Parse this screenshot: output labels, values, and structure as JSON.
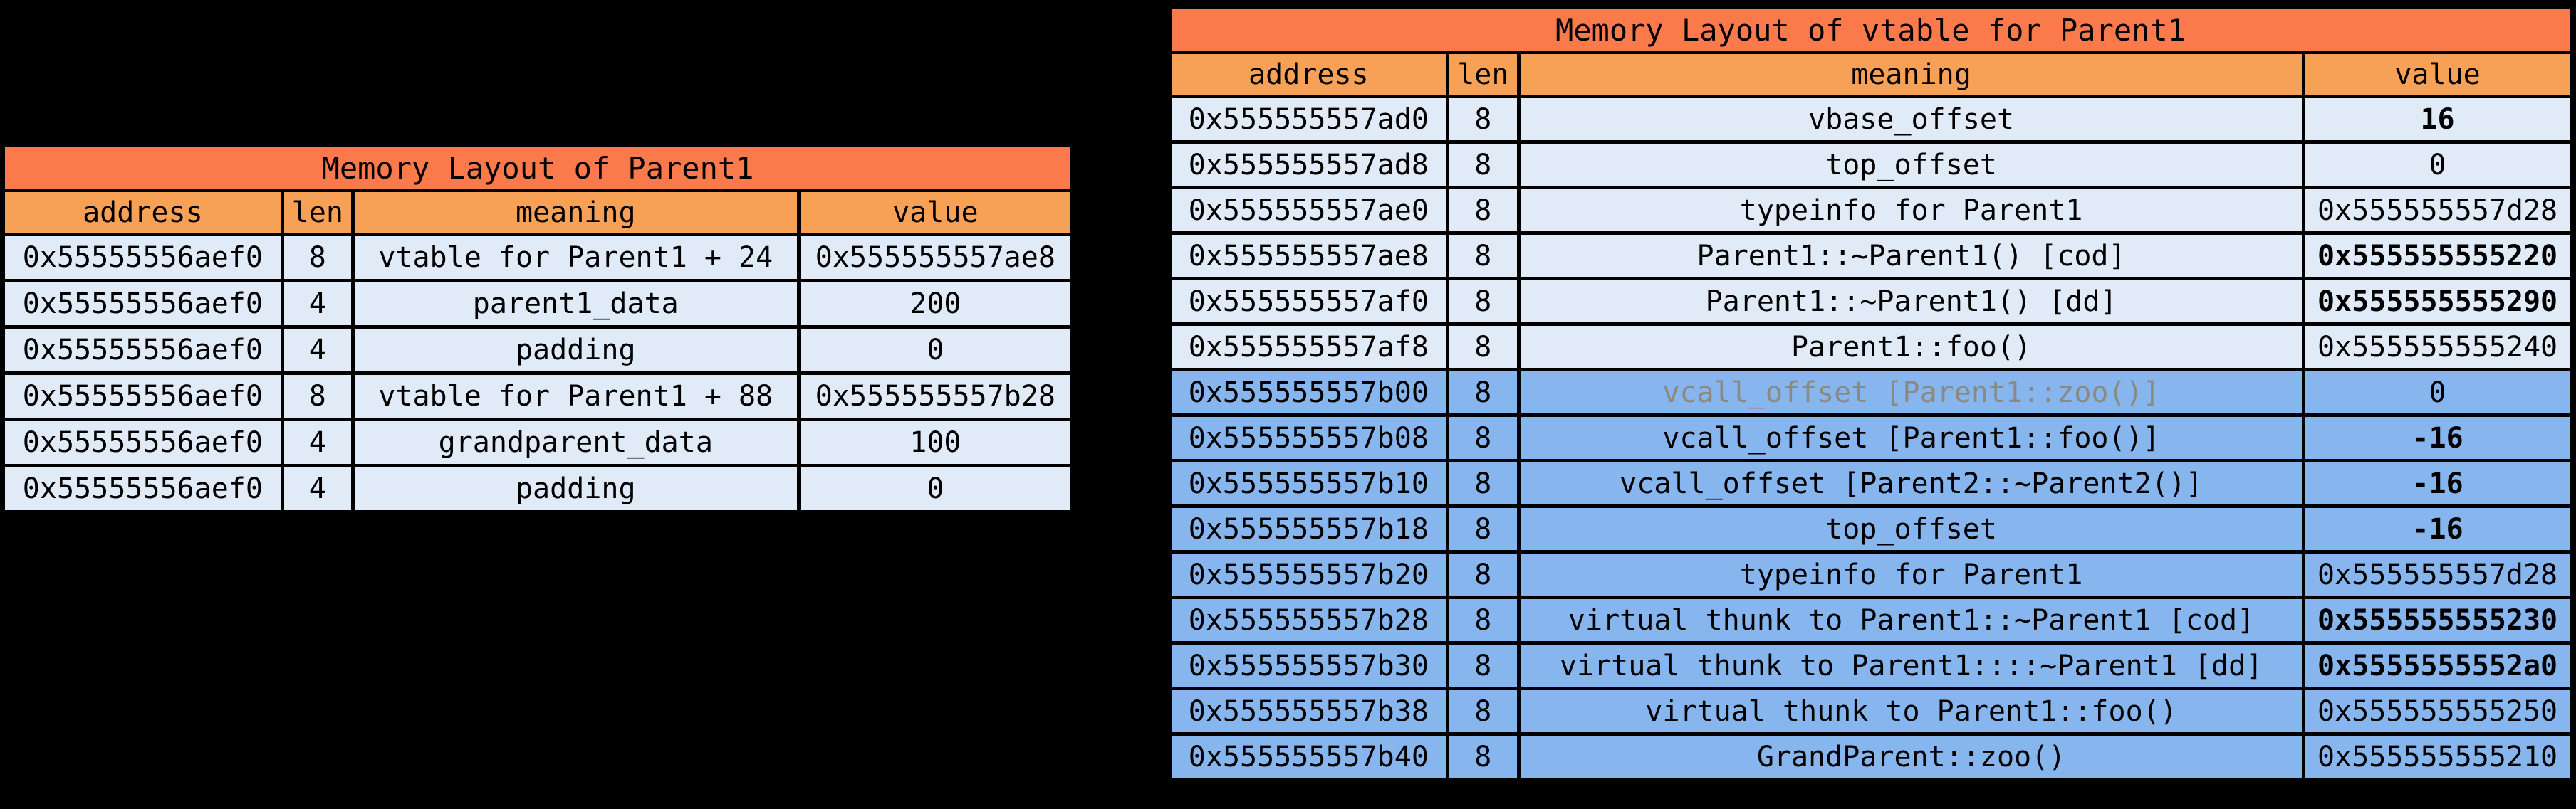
{
  "colors": {
    "background": "#000000",
    "title_bg": "#FB7A4C",
    "header_bg": "#F6A156",
    "row_light_bg": "#E1EBF8",
    "row_dark_bg": "#87B5EE",
    "border": "#000000",
    "text": "#000000",
    "muted_text": "#8A8A82"
  },
  "object_table": {
    "title": "Memory Layout of Parent1",
    "headers": [
      "address",
      "len",
      "meaning",
      "value"
    ],
    "rows": [
      {
        "address": "0x55555556aef0",
        "len": "8",
        "meaning": "vtable for Parent1 + 24",
        "value": "0x555555557ae8",
        "band": "light",
        "value_bold": false,
        "meaning_muted": false
      },
      {
        "address": "0x55555556aef0",
        "len": "4",
        "meaning": "parent1_data",
        "value": "200",
        "band": "light",
        "value_bold": false,
        "meaning_muted": false
      },
      {
        "address": "0x55555556aef0",
        "len": "4",
        "meaning": "padding",
        "value": "0",
        "band": "light",
        "value_bold": false,
        "meaning_muted": false
      },
      {
        "address": "0x55555556aef0",
        "len": "8",
        "meaning": "vtable for Parent1 + 88",
        "value": "0x555555557b28",
        "band": "light",
        "value_bold": false,
        "meaning_muted": false
      },
      {
        "address": "0x55555556aef0",
        "len": "4",
        "meaning": "grandparent_data",
        "value": "100",
        "band": "light",
        "value_bold": false,
        "meaning_muted": false
      },
      {
        "address": "0x55555556aef0",
        "len": "4",
        "meaning": "padding",
        "value": "0",
        "band": "light",
        "value_bold": false,
        "meaning_muted": false
      }
    ]
  },
  "vtable_table": {
    "title": "Memory Layout of vtable for Parent1",
    "headers": [
      "address",
      "len",
      "meaning",
      "value"
    ],
    "rows": [
      {
        "address": "0x555555557ad0",
        "len": "8",
        "meaning": "vbase_offset",
        "value": "16",
        "band": "light",
        "value_bold": true,
        "meaning_muted": false
      },
      {
        "address": "0x555555557ad8",
        "len": "8",
        "meaning": "top_offset",
        "value": "0",
        "band": "light",
        "value_bold": false,
        "meaning_muted": false
      },
      {
        "address": "0x555555557ae0",
        "len": "8",
        "meaning": "typeinfo for Parent1",
        "value": "0x555555557d28",
        "band": "light",
        "value_bold": false,
        "meaning_muted": false
      },
      {
        "address": "0x555555557ae8",
        "len": "8",
        "meaning": "Parent1::~Parent1() [cod]",
        "value": "0x555555555220",
        "band": "light",
        "value_bold": true,
        "meaning_muted": false
      },
      {
        "address": "0x555555557af0",
        "len": "8",
        "meaning": "Parent1::~Parent1() [dd]",
        "value": "0x555555555290",
        "band": "light",
        "value_bold": true,
        "meaning_muted": false
      },
      {
        "address": "0x555555557af8",
        "len": "8",
        "meaning": "Parent1::foo()",
        "value": "0x555555555240",
        "band": "light",
        "value_bold": false,
        "meaning_muted": false
      },
      {
        "address": "0x555555557b00",
        "len": "8",
        "meaning": "vcall_offset [Parent1::zoo()]",
        "value": "0",
        "band": "dark",
        "value_bold": false,
        "meaning_muted": true
      },
      {
        "address": "0x555555557b08",
        "len": "8",
        "meaning": "vcall_offset [Parent1::foo()]",
        "value": "-16",
        "band": "dark",
        "value_bold": true,
        "meaning_muted": false
      },
      {
        "address": "0x555555557b10",
        "len": "8",
        "meaning": "vcall_offset [Parent2::~Parent2()]",
        "value": "-16",
        "band": "dark",
        "value_bold": true,
        "meaning_muted": false
      },
      {
        "address": "0x555555557b18",
        "len": "8",
        "meaning": "top_offset",
        "value": "-16",
        "band": "dark",
        "value_bold": true,
        "meaning_muted": false
      },
      {
        "address": "0x555555557b20",
        "len": "8",
        "meaning": "typeinfo for Parent1",
        "value": "0x555555557d28",
        "band": "dark",
        "value_bold": false,
        "meaning_muted": false
      },
      {
        "address": "0x555555557b28",
        "len": "8",
        "meaning": "virtual thunk to Parent1::~Parent1 [cod]",
        "value": "0x555555555230",
        "band": "dark",
        "value_bold": true,
        "meaning_muted": false
      },
      {
        "address": "0x555555557b30",
        "len": "8",
        "meaning": "virtual thunk to Parent1::::~Parent1 [dd]",
        "value": "0x5555555552a0",
        "band": "dark",
        "value_bold": true,
        "meaning_muted": false
      },
      {
        "address": "0x555555557b38",
        "len": "8",
        "meaning": "virtual thunk to Parent1::foo()",
        "value": "0x555555555250",
        "band": "dark",
        "value_bold": false,
        "meaning_muted": false
      },
      {
        "address": "0x555555557b40",
        "len": "8",
        "meaning": "GrandParent::zoo()",
        "value": "0x555555555210",
        "band": "dark",
        "value_bold": false,
        "meaning_muted": false
      }
    ]
  }
}
